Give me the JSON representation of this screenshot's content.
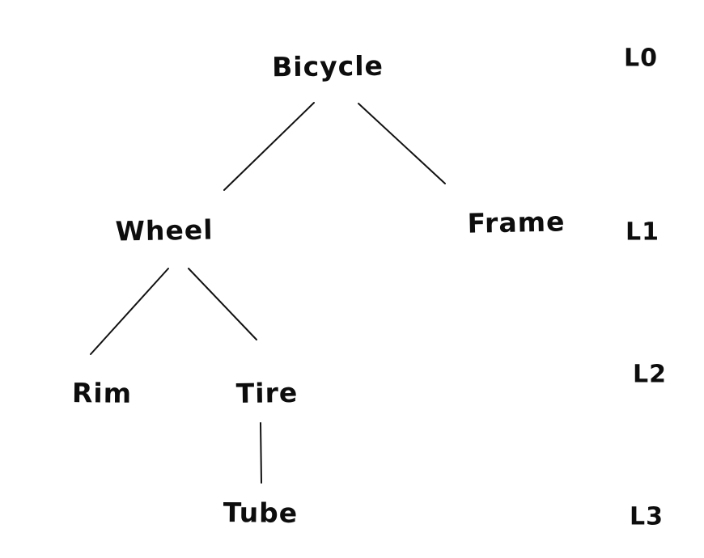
{
  "diagram": {
    "type": "tree",
    "background_color": "#ffffff",
    "ink_color": "#111111",
    "style": "hand-drawn",
    "nodes": {
      "bicycle": {
        "label": "Bicycle",
        "level": 0,
        "parent": null
      },
      "wheel": {
        "label": "Wheel",
        "level": 1,
        "parent": "Bicycle"
      },
      "frame": {
        "label": "Frame",
        "level": 1,
        "parent": "Bicycle"
      },
      "rim": {
        "label": "Rim",
        "level": 2,
        "parent": "Wheel"
      },
      "tire": {
        "label": "Tire",
        "level": 2,
        "parent": "Wheel"
      },
      "tube": {
        "label": "Tube",
        "level": 3,
        "parent": "Tire"
      }
    },
    "edges": [
      {
        "from": "Bicycle",
        "to": "Wheel"
      },
      {
        "from": "Bicycle",
        "to": "Frame"
      },
      {
        "from": "Wheel",
        "to": "Rim"
      },
      {
        "from": "Wheel",
        "to": "Tire"
      },
      {
        "from": "Tire",
        "to": "Tube"
      }
    ],
    "level_labels": {
      "l0": "L0",
      "l1": "L1",
      "l2": "L2",
      "l3": "L3"
    }
  }
}
